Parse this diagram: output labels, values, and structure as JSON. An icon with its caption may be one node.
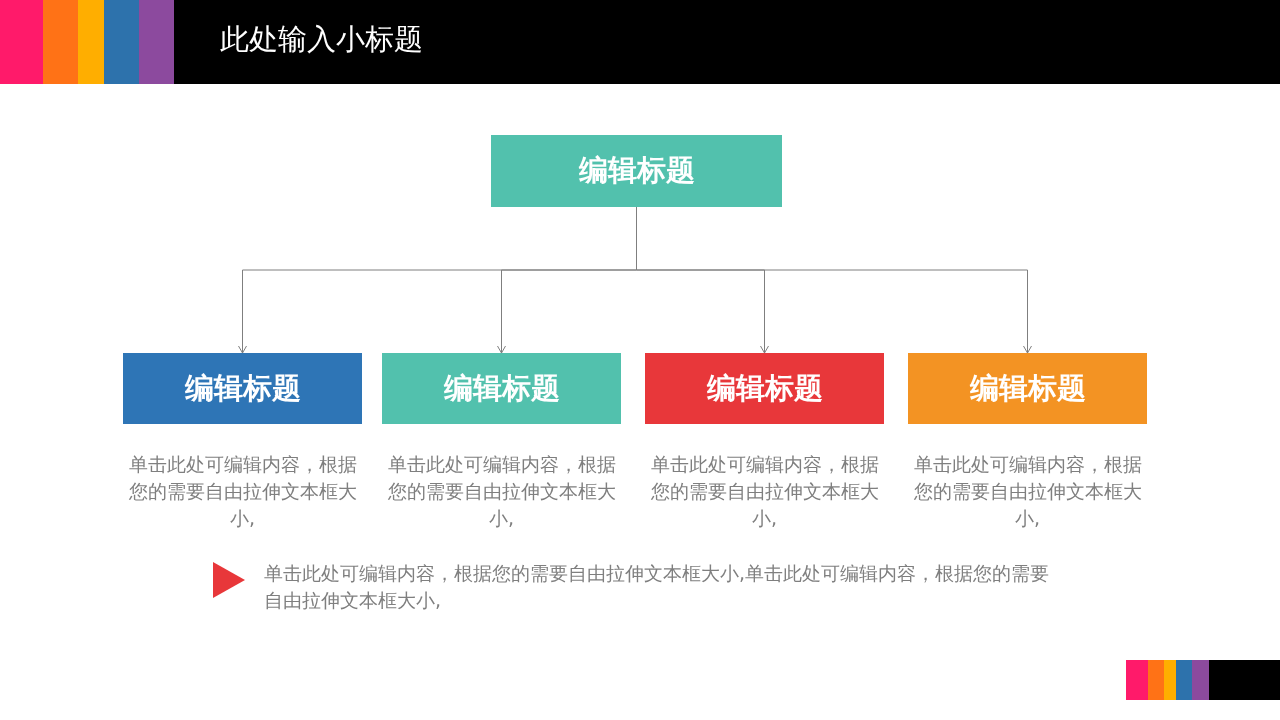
{
  "diagram": {
    "title": "此处输入小标题",
    "nodes": [
      {
        "text": [
          "编辑标题"
        ]
      },
      {
        "text": [
          "编辑标题"
        ],
        "beside": [
          "单击此处可编辑内容，根据您的需要自由拉伸文本框大小,"
        ]
      },
      {
        "text": [
          "编辑标题"
        ],
        "beside": [
          "单击此处可编辑内容，根据您的需要自由拉伸文本框大小,"
        ]
      },
      {
        "text": [
          "编辑标题"
        ],
        "beside": [
          "单击此处可编辑内容，根据您的需要自由拉伸文本框大小,"
        ]
      },
      {
        "text": [
          "编辑标题"
        ],
        "beside": [
          "单击此处可编辑内容，根据您的需要自由拉伸文本框大小,"
        ]
      }
    ],
    "edges": [
      {
        "from": 0,
        "to": 1,
        "arrow": "to"
      },
      {
        "from": 0,
        "to": 2,
        "arrow": "to"
      },
      {
        "from": 0,
        "to": 3,
        "arrow": "to"
      },
      {
        "from": 0,
        "to": 4,
        "arrow": "to"
      }
    ],
    "labels": [
      "单击此处可编辑内容，根据您的需要自由拉伸文本框大小,单击此处可编辑内容，根据您的需要自由拉伸文本框大小,"
    ]
  }
}
